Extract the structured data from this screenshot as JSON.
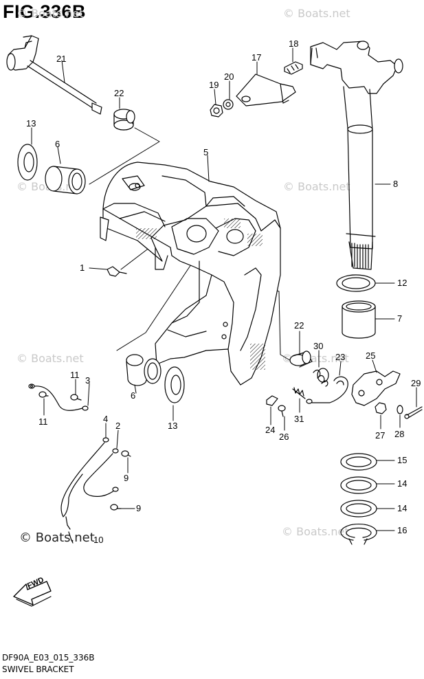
{
  "figure": {
    "title": "FIG.336B",
    "code": "DF90A_E03_015_336B",
    "name": "SWIVEL BRACKET",
    "watermark": "© Boats.net",
    "fwd_label": "FWD"
  },
  "callouts": [
    {
      "id": "c21",
      "label": "21"
    },
    {
      "id": "c22a",
      "label": "22"
    },
    {
      "id": "c13a",
      "label": "13"
    },
    {
      "id": "c6a",
      "label": "6"
    },
    {
      "id": "c5",
      "label": "5"
    },
    {
      "id": "c17",
      "label": "17"
    },
    {
      "id": "c18",
      "label": "18"
    },
    {
      "id": "c19",
      "label": "19"
    },
    {
      "id": "c20",
      "label": "20"
    },
    {
      "id": "c8",
      "label": "8"
    },
    {
      "id": "c1",
      "label": "1"
    },
    {
      "id": "c12",
      "label": "12"
    },
    {
      "id": "c7",
      "label": "7"
    },
    {
      "id": "c22b",
      "label": "22"
    },
    {
      "id": "c30",
      "label": "30"
    },
    {
      "id": "c23",
      "label": "23"
    },
    {
      "id": "c25",
      "label": "25"
    },
    {
      "id": "c29",
      "label": "29"
    },
    {
      "id": "c11a",
      "label": "11"
    },
    {
      "id": "c3",
      "label": "3"
    },
    {
      "id": "c11b",
      "label": "11"
    },
    {
      "id": "c6b",
      "label": "6"
    },
    {
      "id": "c13b",
      "label": "13"
    },
    {
      "id": "c24",
      "label": "24"
    },
    {
      "id": "c26",
      "label": "26"
    },
    {
      "id": "c31",
      "label": "31"
    },
    {
      "id": "c27",
      "label": "27"
    },
    {
      "id": "c28",
      "label": "28"
    },
    {
      "id": "c4",
      "label": "4"
    },
    {
      "id": "c2",
      "label": "2"
    },
    {
      "id": "c9a",
      "label": "9"
    },
    {
      "id": "c9b",
      "label": "9"
    },
    {
      "id": "c10",
      "label": "10"
    },
    {
      "id": "c15",
      "label": "15"
    },
    {
      "id": "c14a",
      "label": "14"
    },
    {
      "id": "c14b",
      "label": "14"
    },
    {
      "id": "c16",
      "label": "16"
    }
  ]
}
